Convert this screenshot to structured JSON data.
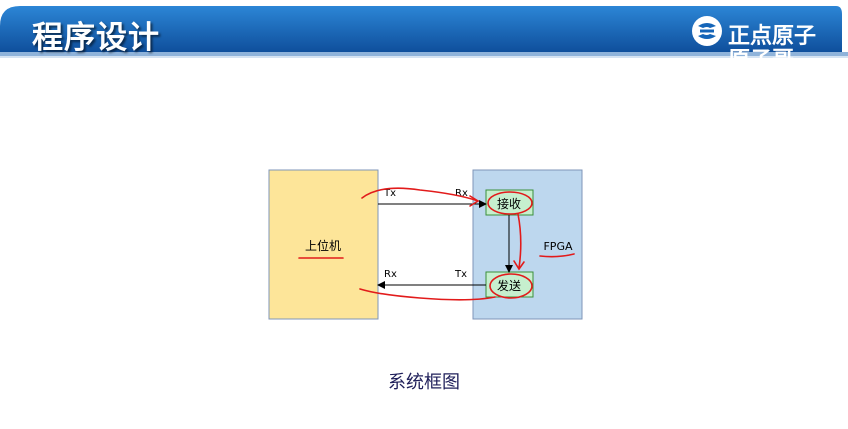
{
  "header": {
    "title": "程序设计",
    "logo_text": "正点原子",
    "logo_sub": "原子哥"
  },
  "diagram": {
    "host_label": "上位机",
    "fpga_label": "FPGA",
    "recv_label": "接收",
    "send_label": "发送",
    "tx_top": "Tx",
    "rx_top": "Rx",
    "rx_bottom": "Rx",
    "tx_bottom": "Tx"
  },
  "caption": "系统框图",
  "colors": {
    "banner_blue": "#1565b8",
    "host_fill": "#fde599",
    "fpga_fill": "#bdd7ee",
    "module_fill": "#c6efce",
    "annotation_red": "#e21b1b"
  }
}
